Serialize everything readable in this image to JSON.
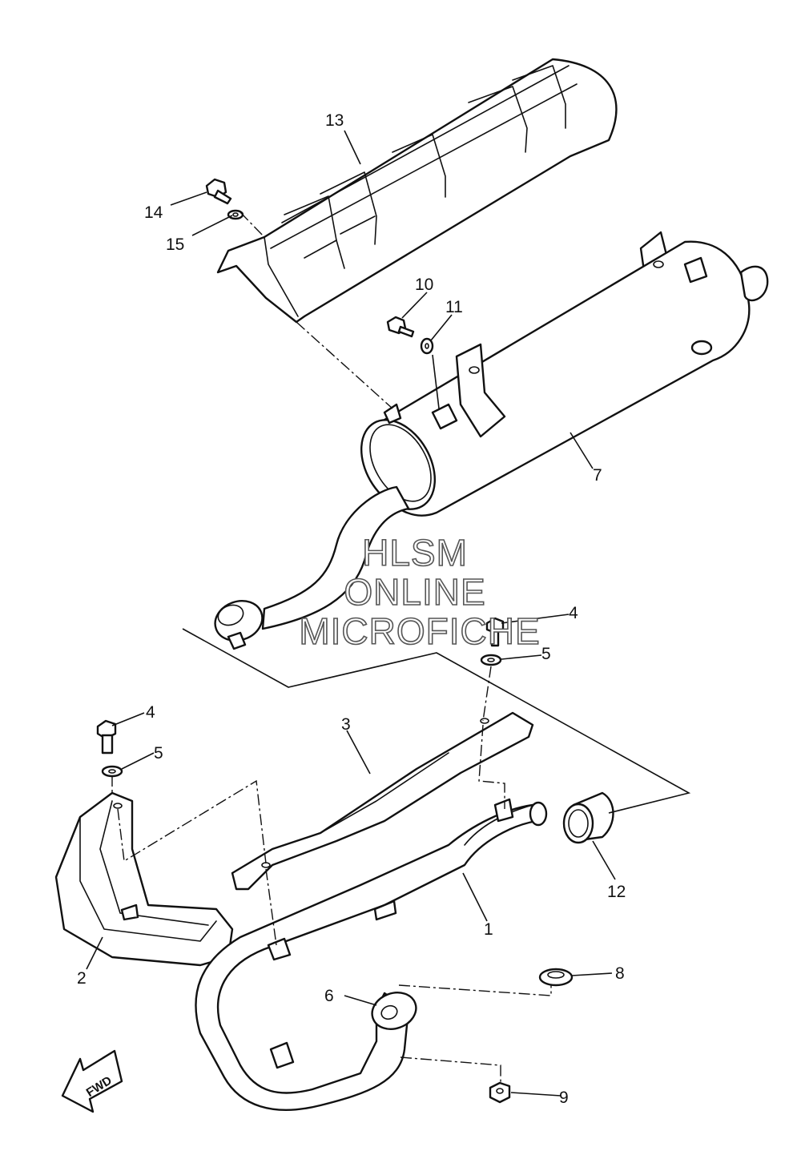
{
  "watermark": {
    "line1": "HLSM",
    "line2": "ONLINE",
    "line3": "MICROFICHE"
  },
  "direction_arrow": "FWD",
  "callouts": {
    "p1": "1",
    "p2": "2",
    "p3": "3",
    "p4a": "4",
    "p4b": "4",
    "p5a": "5",
    "p5b": "5",
    "p6": "6",
    "p7": "7",
    "p8": "8",
    "p9": "9",
    "p10": "10",
    "p11": "11",
    "p12": "12",
    "p13": "13",
    "p14": "14",
    "p15": "15"
  }
}
